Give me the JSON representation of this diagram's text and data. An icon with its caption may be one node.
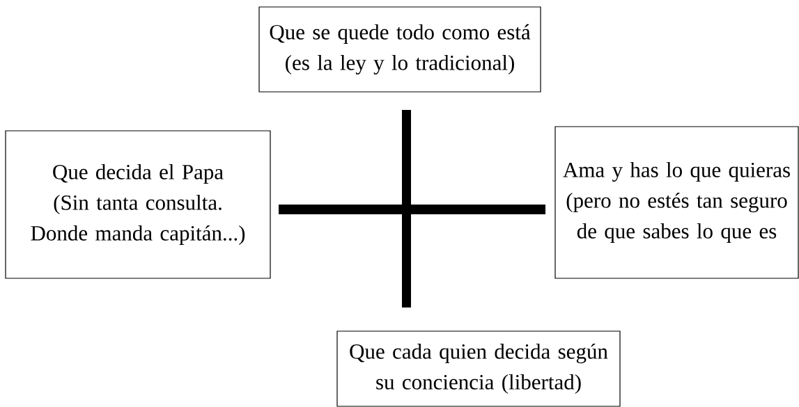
{
  "diagram": {
    "nodes": [
      {
        "text": [
          "Que se quede todo como está (es la ley y lo tradicional)"
        ]
      },
      {
        "text": [
          "Que decida el Papa (Sin tanta consulta. Donde manda capitán...)"
        ]
      },
      {
        "text": [
          "Ama y has lo que quieras (pero no estés tan seguro de que sabes lo que es"
        ]
      },
      {
        "text": [
          "Que cada quien decida según su conciencia (libertad)"
        ]
      }
    ]
  }
}
